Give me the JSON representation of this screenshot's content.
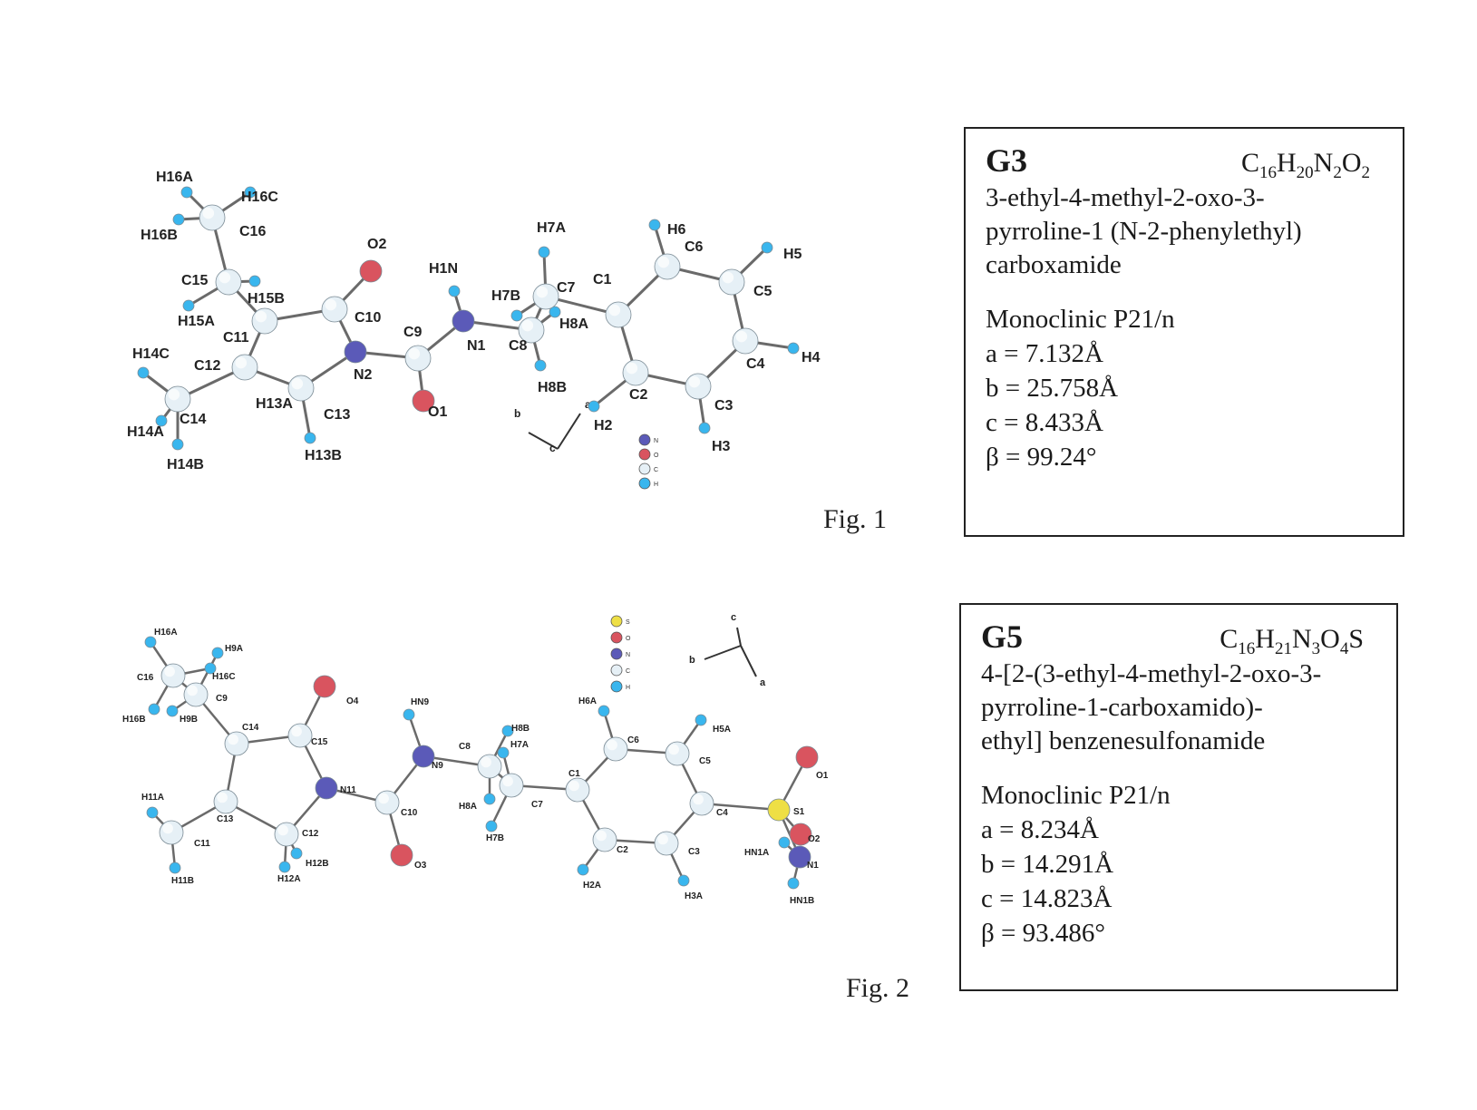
{
  "figures": [
    {
      "caption": "Fig. 1",
      "code": "G3",
      "formula": [
        [
          "C",
          "16"
        ],
        [
          "H",
          "20"
        ],
        [
          "N",
          "2"
        ],
        [
          "O",
          "2"
        ]
      ],
      "name_lines": [
        "3-ethyl-4-methyl-2-oxo-3-",
        "pyrroline-1 (N-2-phenylethyl)",
        "carboxamide"
      ],
      "crystal_system": "Monoclinic P21/n",
      "params": [
        "a = 7.132Å",
        "b = 25.758Å",
        "c = 8.433Å",
        "β = 99.24°"
      ],
      "axis_labels": [
        "b",
        "a",
        "c"
      ],
      "legend": [
        "N",
        "O",
        "C",
        "H"
      ],
      "atoms": [
        {
          "id": "H16A",
          "el": "H"
        },
        {
          "id": "H16C",
          "el": "H"
        },
        {
          "id": "H16B",
          "el": "H"
        },
        {
          "id": "C16",
          "el": "C"
        },
        {
          "id": "C15",
          "el": "C"
        },
        {
          "id": "H15B",
          "el": "H"
        },
        {
          "id": "H15A",
          "el": "H"
        },
        {
          "id": "C11",
          "el": "C"
        },
        {
          "id": "C12",
          "el": "C"
        },
        {
          "id": "H14C",
          "el": "H"
        },
        {
          "id": "C14",
          "el": "C"
        },
        {
          "id": "H14A",
          "el": "H"
        },
        {
          "id": "H14B",
          "el": "H"
        },
        {
          "id": "H13A",
          "el": "H"
        },
        {
          "id": "C13",
          "el": "C"
        },
        {
          "id": "H13B",
          "el": "H"
        },
        {
          "id": "N2",
          "el": "N"
        },
        {
          "id": "C10",
          "el": "C"
        },
        {
          "id": "O2",
          "el": "O"
        },
        {
          "id": "C9",
          "el": "C"
        },
        {
          "id": "O1",
          "el": "O"
        },
        {
          "id": "N1",
          "el": "N"
        },
        {
          "id": "H1N",
          "el": "H"
        },
        {
          "id": "C8",
          "el": "C"
        },
        {
          "id": "H8A",
          "el": "H"
        },
        {
          "id": "H8B",
          "el": "H"
        },
        {
          "id": "C7",
          "el": "C"
        },
        {
          "id": "H7A",
          "el": "H"
        },
        {
          "id": "H7B",
          "el": "H"
        },
        {
          "id": "C1",
          "el": "C"
        },
        {
          "id": "C2",
          "el": "C"
        },
        {
          "id": "H2",
          "el": "H"
        },
        {
          "id": "C3",
          "el": "C"
        },
        {
          "id": "H3",
          "el": "H"
        },
        {
          "id": "C4",
          "el": "C"
        },
        {
          "id": "H4",
          "el": "H"
        },
        {
          "id": "C5",
          "el": "C"
        },
        {
          "id": "H5",
          "el": "H"
        },
        {
          "id": "C6",
          "el": "C"
        },
        {
          "id": "H6",
          "el": "H"
        }
      ],
      "bonds": [
        [
          "C16",
          "H16A"
        ],
        [
          "C16",
          "H16B"
        ],
        [
          "C16",
          "H16C"
        ],
        [
          "C16",
          "C15"
        ],
        [
          "C15",
          "H15A"
        ],
        [
          "C15",
          "H15B"
        ],
        [
          "C15",
          "C11"
        ],
        [
          "C11",
          "C10"
        ],
        [
          "C11",
          "C12"
        ],
        [
          "C12",
          "C14"
        ],
        [
          "C14",
          "H14A"
        ],
        [
          "C14",
          "H14B"
        ],
        [
          "C14",
          "H14C"
        ],
        [
          "C12",
          "C13"
        ],
        [
          "C13",
          "H13A"
        ],
        [
          "C13",
          "H13B"
        ],
        [
          "C13",
          "N2"
        ],
        [
          "N2",
          "C10"
        ],
        [
          "C10",
          "O2"
        ],
        [
          "N2",
          "C9"
        ],
        [
          "C9",
          "O1"
        ],
        [
          "C9",
          "N1"
        ],
        [
          "N1",
          "H1N"
        ],
        [
          "N1",
          "C8"
        ],
        [
          "C8",
          "H8A"
        ],
        [
          "C8",
          "H8B"
        ],
        [
          "C8",
          "C7"
        ],
        [
          "C7",
          "H7A"
        ],
        [
          "C7",
          "H7B"
        ],
        [
          "C7",
          "C1"
        ],
        [
          "C1",
          "C2"
        ],
        [
          "C1",
          "C6"
        ],
        [
          "C2",
          "C3"
        ],
        [
          "C3",
          "C4"
        ],
        [
          "C4",
          "C5"
        ],
        [
          "C5",
          "C6"
        ],
        [
          "C2",
          "H2"
        ],
        [
          "C3",
          "H3"
        ],
        [
          "C4",
          "H4"
        ],
        [
          "C5",
          "H5"
        ],
        [
          "C6",
          "H6"
        ]
      ]
    },
    {
      "caption": "Fig. 2",
      "code": "G5",
      "formula": [
        [
          "C",
          "16"
        ],
        [
          "H",
          "21"
        ],
        [
          "N",
          "3"
        ],
        [
          "O",
          "4"
        ],
        [
          "S",
          ""
        ]
      ],
      "name_lines": [
        "4-[2-(3-ethyl-4-methyl-2-oxo-3-",
        "pyrroline-1-carboxamido)-",
        "ethyl] benzenesulfonamide"
      ],
      "crystal_system": "Monoclinic P21/n",
      "params": [
        "a = 8.234Å",
        "b = 14.291Å",
        "c = 14.823Å",
        "β = 93.486°"
      ],
      "axis_labels": [
        "c",
        "b",
        "a"
      ],
      "legend": [
        "S",
        "O",
        "N",
        "C",
        "H"
      ],
      "atoms": [
        {
          "id": "H16A",
          "el": "H"
        },
        {
          "id": "H9A",
          "el": "H"
        },
        {
          "id": "C16",
          "el": "C"
        },
        {
          "id": "H16C",
          "el": "H"
        },
        {
          "id": "C9",
          "el": "C"
        },
        {
          "id": "H16B",
          "el": "H"
        },
        {
          "id": "H9B",
          "el": "H"
        },
        {
          "id": "C14",
          "el": "C"
        },
        {
          "id": "C15",
          "el": "C"
        },
        {
          "id": "O4",
          "el": "O"
        },
        {
          "id": "N11",
          "el": "N"
        },
        {
          "id": "C13",
          "el": "C"
        },
        {
          "id": "H11A",
          "el": "H"
        },
        {
          "id": "C11",
          "el": "C"
        },
        {
          "id": "H11B",
          "el": "H"
        },
        {
          "id": "C12",
          "el": "C"
        },
        {
          "id": "H12B",
          "el": "H"
        },
        {
          "id": "H12A",
          "el": "H"
        },
        {
          "id": "C10",
          "el": "C"
        },
        {
          "id": "O3",
          "el": "O"
        },
        {
          "id": "N9",
          "el": "N"
        },
        {
          "id": "HN9",
          "el": "H"
        },
        {
          "id": "C8",
          "el": "C"
        },
        {
          "id": "H8B",
          "el": "H"
        },
        {
          "id": "H7A",
          "el": "H"
        },
        {
          "id": "H8A",
          "el": "H"
        },
        {
          "id": "C7",
          "el": "C"
        },
        {
          "id": "H7B",
          "el": "H"
        },
        {
          "id": "C1",
          "el": "C"
        },
        {
          "id": "C6",
          "el": "C"
        },
        {
          "id": "H6A",
          "el": "H"
        },
        {
          "id": "C5",
          "el": "C"
        },
        {
          "id": "H5A",
          "el": "H"
        },
        {
          "id": "C4",
          "el": "C"
        },
        {
          "id": "C3",
          "el": "C"
        },
        {
          "id": "H3A",
          "el": "H"
        },
        {
          "id": "C2",
          "el": "C"
        },
        {
          "id": "H2A",
          "el": "H"
        },
        {
          "id": "S1",
          "el": "S"
        },
        {
          "id": "O1",
          "el": "O"
        },
        {
          "id": "O2",
          "el": "O"
        },
        {
          "id": "N1",
          "el": "N"
        },
        {
          "id": "HN1A",
          "el": "H"
        },
        {
          "id": "HN1B",
          "el": "H"
        }
      ],
      "bonds": [
        [
          "C16",
          "H16A"
        ],
        [
          "C16",
          "H16B"
        ],
        [
          "C16",
          "H16C"
        ],
        [
          "C16",
          "C9"
        ],
        [
          "C9",
          "H9A"
        ],
        [
          "C9",
          "H9B"
        ],
        [
          "C9",
          "C14"
        ],
        [
          "C14",
          "C15"
        ],
        [
          "C14",
          "C13"
        ],
        [
          "C15",
          "O4"
        ],
        [
          "C15",
          "N11"
        ],
        [
          "C13",
          "C12"
        ],
        [
          "C13",
          "C11"
        ],
        [
          "C11",
          "H11A"
        ],
        [
          "C11",
          "H11B"
        ],
        [
          "C12",
          "N11"
        ],
        [
          "C12",
          "H12A"
        ],
        [
          "C12",
          "H12B"
        ],
        [
          "N11",
          "C10"
        ],
        [
          "C10",
          "O3"
        ],
        [
          "C10",
          "N9"
        ],
        [
          "N9",
          "HN9"
        ],
        [
          "N9",
          "C8"
        ],
        [
          "C8",
          "H8B"
        ],
        [
          "C8",
          "H8A"
        ],
        [
          "C8",
          "C7"
        ],
        [
          "C7",
          "H7A"
        ],
        [
          "C7",
          "H7B"
        ],
        [
          "C7",
          "C1"
        ],
        [
          "C1",
          "C6"
        ],
        [
          "C1",
          "C2"
        ],
        [
          "C6",
          "C5"
        ],
        [
          "C6",
          "H6A"
        ],
        [
          "C5",
          "C4"
        ],
        [
          "C5",
          "H5A"
        ],
        [
          "C4",
          "C3"
        ],
        [
          "C3",
          "C2"
        ],
        [
          "C3",
          "H3A"
        ],
        [
          "C2",
          "H2A"
        ],
        [
          "C4",
          "S1"
        ],
        [
          "S1",
          "O1"
        ],
        [
          "S1",
          "O2"
        ],
        [
          "S1",
          "N1"
        ],
        [
          "N1",
          "HN1A"
        ],
        [
          "N1",
          "HN1B"
        ]
      ]
    }
  ],
  "element_colors": {
    "C": "#e6f0f6",
    "H": "#39b6ee",
    "N": "#5b5ab8",
    "O": "#d9545f",
    "S": "#eedf45"
  }
}
